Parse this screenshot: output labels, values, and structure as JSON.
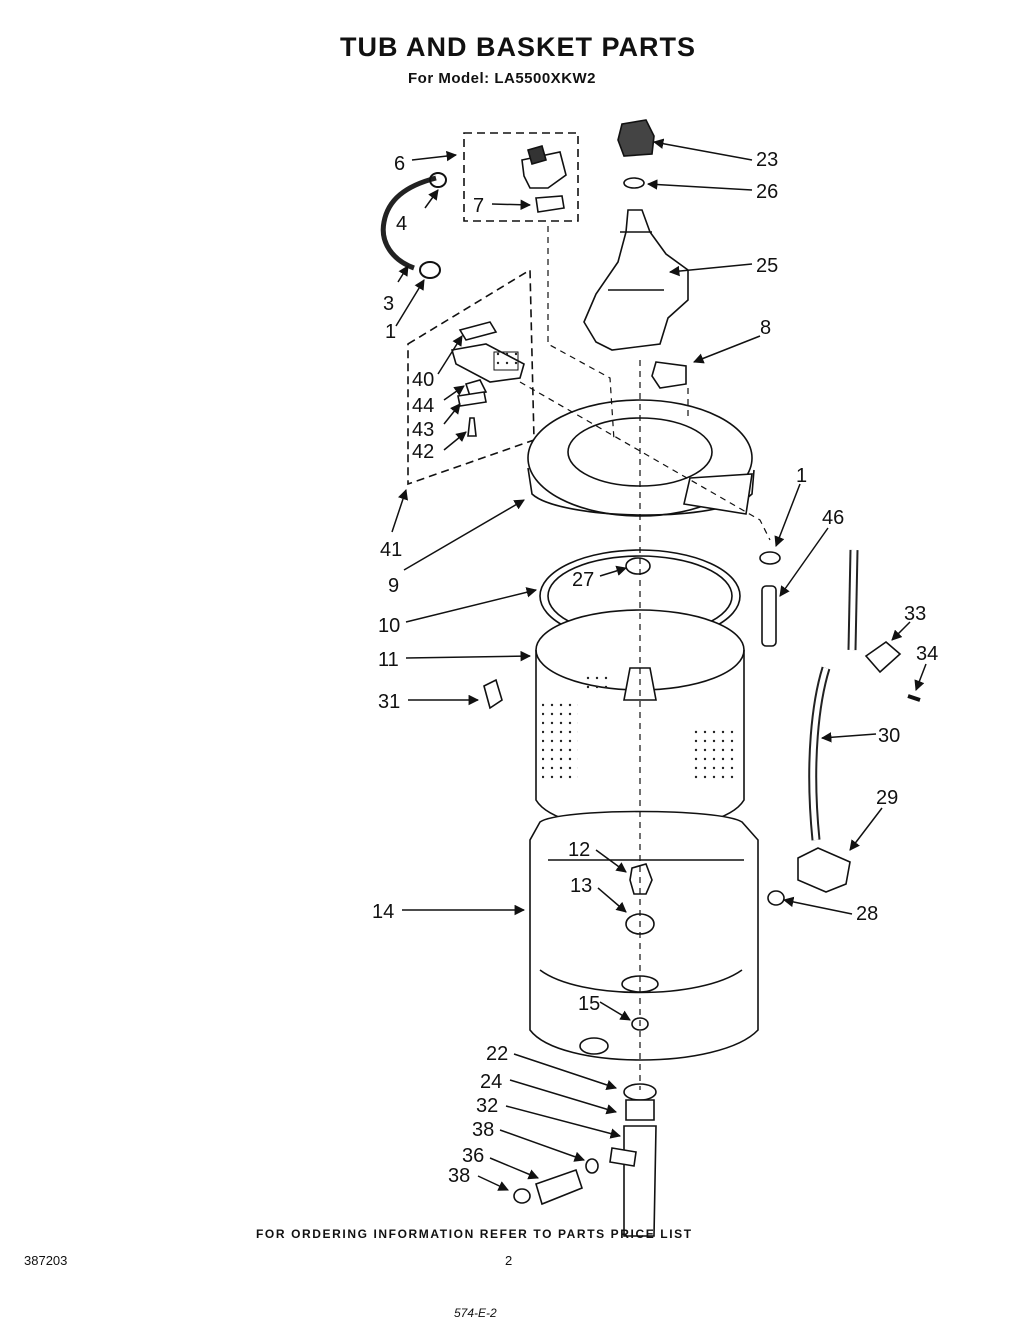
{
  "header": {
    "title": "TUB AND BASKET PARTS",
    "subtitle": "For Model: LA5500XKW2"
  },
  "footer": {
    "ordering_note": "FOR ORDERING INFORMATION REFER TO PARTS PRICE LIST",
    "doc_number": "387203",
    "page_number": "2",
    "handwritten": "574-E-2"
  },
  "callouts": [
    {
      "id": "c6",
      "text": "6"
    },
    {
      "id": "c4",
      "text": "4"
    },
    {
      "id": "c7",
      "text": "7"
    },
    {
      "id": "c3",
      "text": "3"
    },
    {
      "id": "c1a",
      "text": "1"
    },
    {
      "id": "c40",
      "text": "40"
    },
    {
      "id": "c44",
      "text": "44"
    },
    {
      "id": "c43",
      "text": "43"
    },
    {
      "id": "c42",
      "text": "42"
    },
    {
      "id": "c41",
      "text": "41"
    },
    {
      "id": "c9",
      "text": "9"
    },
    {
      "id": "c27",
      "text": "27"
    },
    {
      "id": "c10",
      "text": "10"
    },
    {
      "id": "c11",
      "text": "11"
    },
    {
      "id": "c31",
      "text": "31"
    },
    {
      "id": "c12",
      "text": "12"
    },
    {
      "id": "c13",
      "text": "13"
    },
    {
      "id": "c14",
      "text": "14"
    },
    {
      "id": "c15",
      "text": "15"
    },
    {
      "id": "c22",
      "text": "22"
    },
    {
      "id": "c24",
      "text": "24"
    },
    {
      "id": "c32",
      "text": "32"
    },
    {
      "id": "c38a",
      "text": "38"
    },
    {
      "id": "c36",
      "text": "36"
    },
    {
      "id": "c38b",
      "text": "38"
    },
    {
      "id": "c23",
      "text": "23"
    },
    {
      "id": "c26",
      "text": "26"
    },
    {
      "id": "c25",
      "text": "25"
    },
    {
      "id": "c8",
      "text": "8"
    },
    {
      "id": "c1b",
      "text": "1"
    },
    {
      "id": "c46",
      "text": "46"
    },
    {
      "id": "c33",
      "text": "33"
    },
    {
      "id": "c34",
      "text": "34"
    },
    {
      "id": "c30",
      "text": "30"
    },
    {
      "id": "c29",
      "text": "29"
    },
    {
      "id": "c28",
      "text": "28"
    }
  ]
}
